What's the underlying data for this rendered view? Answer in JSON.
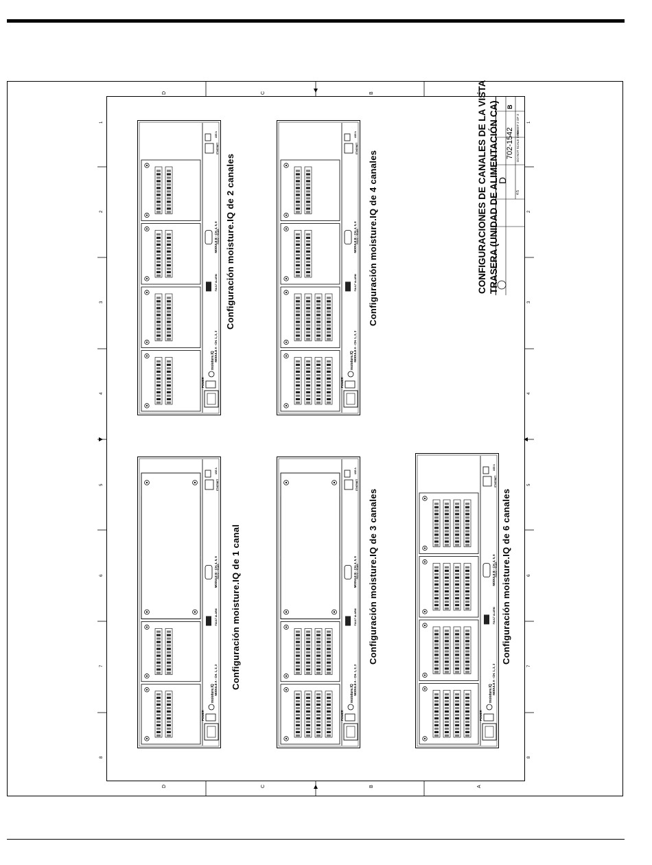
{
  "drawing": {
    "zone_letters": [
      "D",
      "C",
      "B",
      "A"
    ],
    "zone_numbers": [
      "1",
      "2",
      "3",
      "4",
      "5",
      "6",
      "7",
      "8"
    ],
    "main_title": [
      "CONFIGURACIONES DE CANALES DE LA VISTA",
      "TRASERA (UNIDAD DE ALIMENTACIÓN CA)"
    ],
    "captions": {
      "two_channel": "Configuración moisture.IQ de 2 canales",
      "four_channel": "Configuración moisture.IQ de 4 canales",
      "one_channel": "Configuración moisture.IQ de 1 canal",
      "three_channel": "Configuración moisture.IQ de 3 canales",
      "six_channel": "Configuración moisture.IQ de 6 canales"
    },
    "title_block": {
      "size": "D",
      "drawing_number": "702-1542",
      "revision": "B",
      "scale": "4:5",
      "scale_note": "DO NOT SCALE DWG",
      "sheet": "SHEET 2 OF 3"
    }
  },
  "unit_labels": {
    "module_a": "MODULE A - CH. 1, 2, 3",
    "module_b": "MODULE B - CH. 4, 5, 6",
    "brand": "moisture.IQ",
    "power": "POWER",
    "fault_alarm": "FAULT ALARM",
    "rs232": "RS232 / RS485",
    "ethernet": "ETHERNET",
    "usb_b": "USB B",
    "usb_a": "USB A"
  }
}
